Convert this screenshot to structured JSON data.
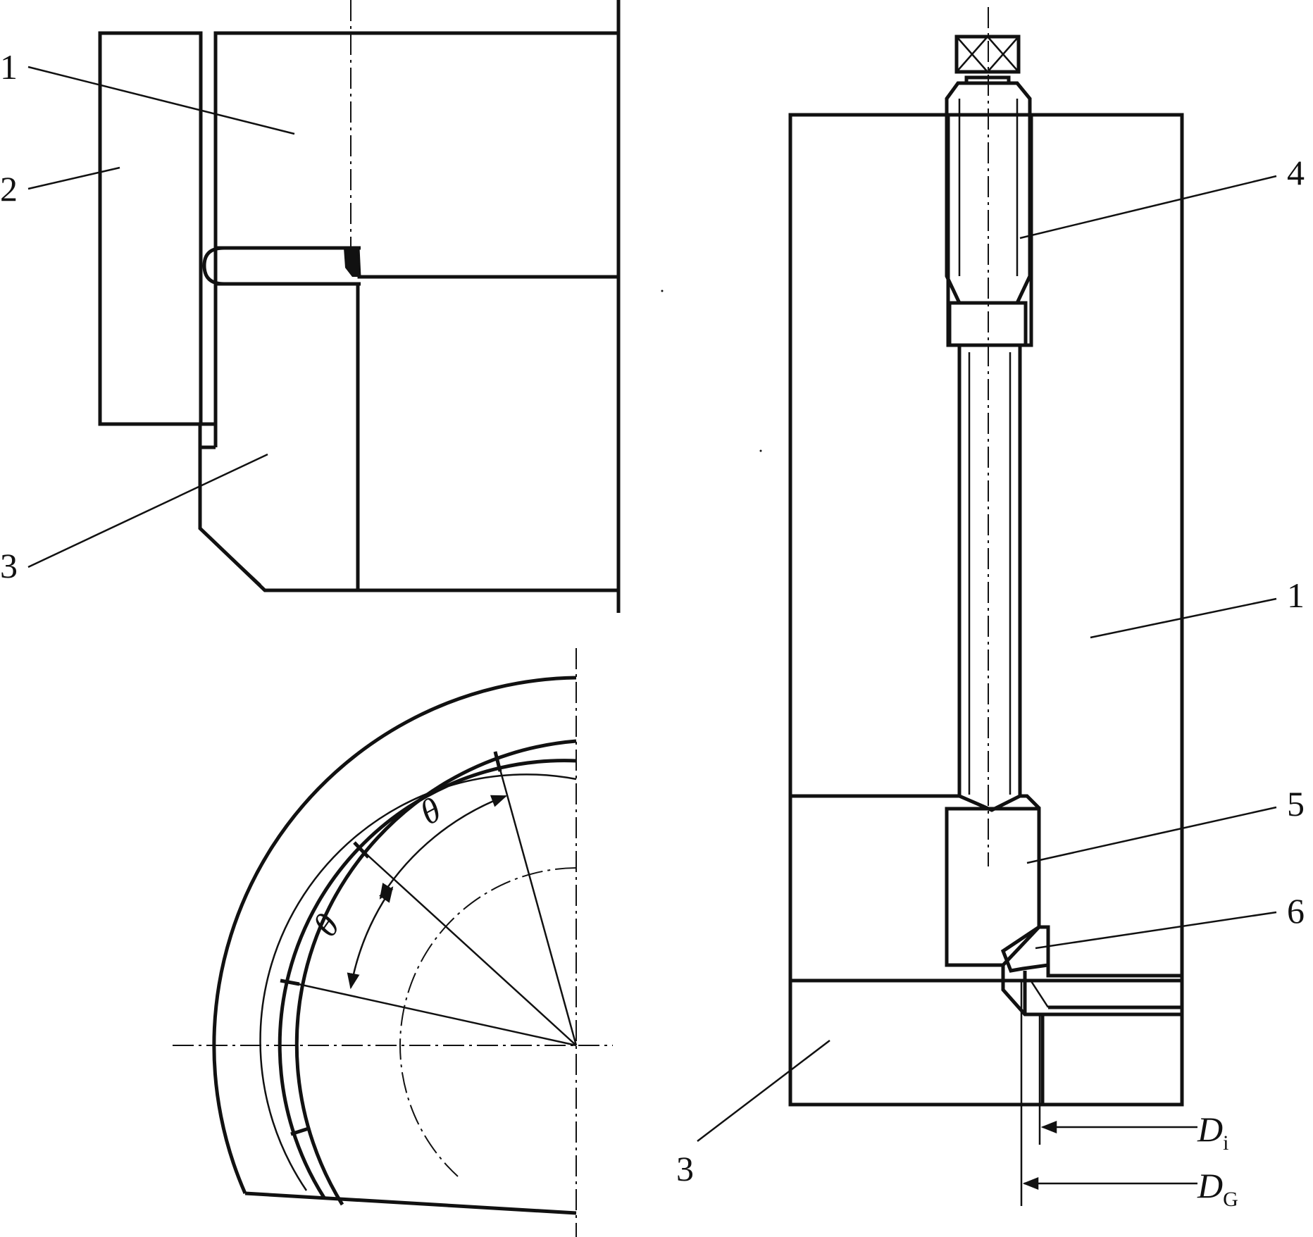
{
  "labels": {
    "part_1": "1",
    "part_2": "2",
    "part_3": "3",
    "part_4": "4",
    "part_5": "5",
    "part_6": "6",
    "angle": "θ",
    "dim_di_main": "D",
    "dim_di_sub": "i",
    "dim_dg_main": "D",
    "dim_dg_sub": "G"
  },
  "colors": {
    "line": "#111111",
    "background": "#ffffff"
  }
}
